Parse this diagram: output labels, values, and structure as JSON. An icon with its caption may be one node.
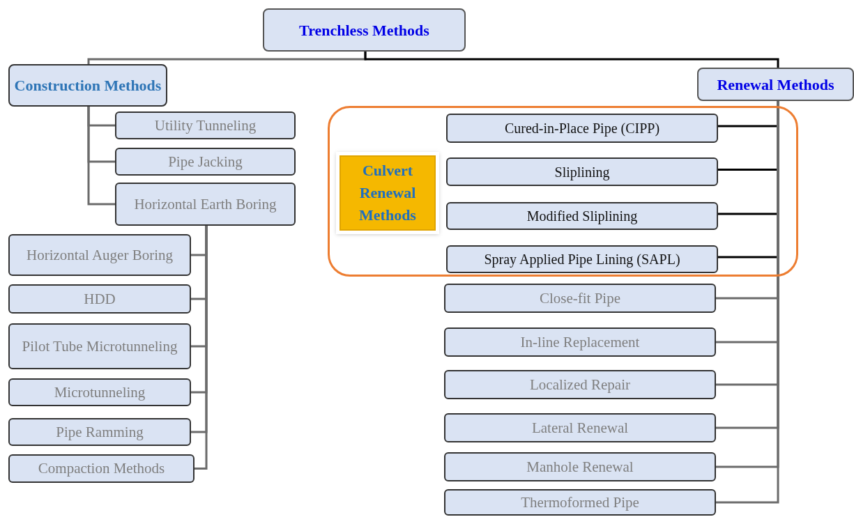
{
  "diagram": {
    "nodes": [
      {
        "text": [
          "Trenchless Methods"
        ]
      },
      {
        "text": [
          "Construction Methods"
        ]
      },
      {
        "text": [
          "Utility Tunneling"
        ]
      },
      {
        "text": [
          "Pipe Jacking"
        ]
      },
      {
        "text": [
          "Horizontal Earth Boring"
        ]
      },
      {
        "text": [
          "Horizontal Auger Boring"
        ]
      },
      {
        "text": [
          "HDD"
        ]
      },
      {
        "text": [
          "Pilot Tube Microtunneling"
        ]
      },
      {
        "text": [
          "Microtunneling"
        ]
      },
      {
        "text": [
          "Pipe Ramming"
        ]
      },
      {
        "text": [
          "Compaction Methods"
        ]
      },
      {
        "text": [
          "Renewal Methods"
        ]
      },
      {
        "text": [],
        "shape": "box"
      },
      {
        "text": [
          "Culvert Renewal Methods"
        ],
        "in": 12
      },
      {
        "text": [
          "Cured-in-Place Pipe (CIPP)"
        ],
        "in": 12
      },
      {
        "text": [
          "Sliplining"
        ],
        "in": 12
      },
      {
        "text": [
          "Modified Sliplining"
        ],
        "in": 12
      },
      {
        "text": [
          "Spray Applied Pipe Lining (SAPL)"
        ],
        "in": 12
      },
      {
        "text": [
          "Close-fit Pipe"
        ]
      },
      {
        "text": [
          "In-line Replacement"
        ]
      },
      {
        "text": [
          "Localized Repair"
        ]
      },
      {
        "text": [
          "Lateral Renewal"
        ]
      },
      {
        "text": [
          "Manhole Renewal"
        ]
      },
      {
        "text": [
          "Thermoformed Pipe"
        ]
      }
    ],
    "edges": [
      {
        "from": 0,
        "to": 1,
        "arrow": "none"
      },
      {
        "from": 0,
        "to": 11,
        "arrow": "none",
        "color": "#000000"
      },
      {
        "from": 1,
        "to": 2,
        "arrow": "none"
      },
      {
        "from": 1,
        "to": 3,
        "arrow": "none"
      },
      {
        "from": 1,
        "to": 4,
        "arrow": "none"
      },
      {
        "from": 4,
        "to": 5,
        "arrow": "none"
      },
      {
        "from": 4,
        "to": 6,
        "arrow": "none"
      },
      {
        "from": 4,
        "to": 7,
        "arrow": "none"
      },
      {
        "from": 4,
        "to": 8,
        "arrow": "none"
      },
      {
        "from": 4,
        "to": 9,
        "arrow": "none"
      },
      {
        "from": 4,
        "to": 10,
        "arrow": "none"
      },
      {
        "from": 11,
        "to": 14,
        "arrow": "none",
        "color": "#000000"
      },
      {
        "from": 11,
        "to": 15,
        "arrow": "none",
        "color": "#000000"
      },
      {
        "from": 11,
        "to": 16,
        "arrow": "none",
        "color": "#000000"
      },
      {
        "from": 11,
        "to": 17,
        "arrow": "none",
        "color": "#000000"
      },
      {
        "from": 11,
        "to": 18,
        "arrow": "none"
      },
      {
        "from": 11,
        "to": 19,
        "arrow": "none"
      },
      {
        "from": 11,
        "to": 20,
        "arrow": "none"
      },
      {
        "from": 11,
        "to": 21,
        "arrow": "none"
      },
      {
        "from": 11,
        "to": 22,
        "arrow": "none"
      },
      {
        "from": 11,
        "to": 23,
        "arrow": "none"
      }
    ]
  }
}
